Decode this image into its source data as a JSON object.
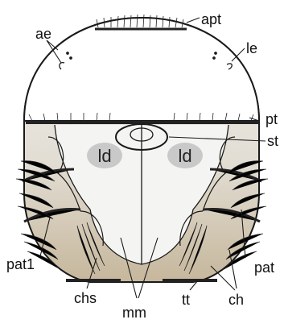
{
  "labels": {
    "apt": "apt",
    "ae": "ae",
    "le": "le",
    "pt": "pt",
    "st": "st",
    "ld_left": "ld",
    "ld_right": "ld",
    "pat1": "pat1",
    "pat": "pat",
    "chs": "chs",
    "mm": "mm",
    "tt": "tt",
    "ch": "ch"
  },
  "colors": {
    "outline": "#1a1a1a",
    "head_fill": "#ffffff",
    "lower_fill_top": "#eeeeec",
    "lower_fill_bottom": "#c8bba2",
    "ld_fill": "#c9c9c9",
    "bristle": "#222222"
  }
}
